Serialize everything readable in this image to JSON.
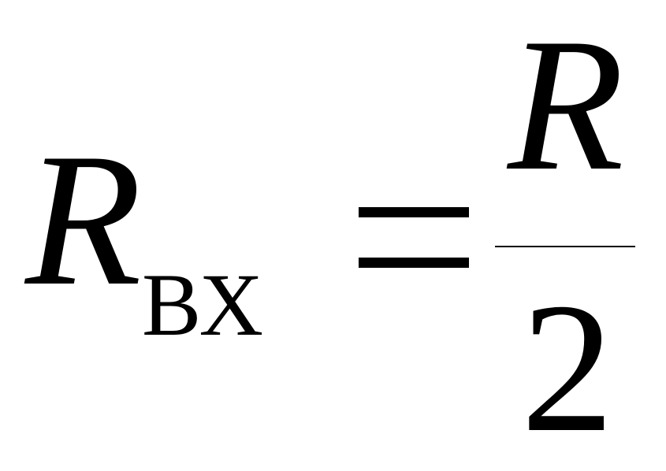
{
  "formula": {
    "lhs_variable": "R",
    "lhs_subscript": "вх",
    "operator": "=",
    "numerator": "R",
    "denominator": "2"
  }
}
